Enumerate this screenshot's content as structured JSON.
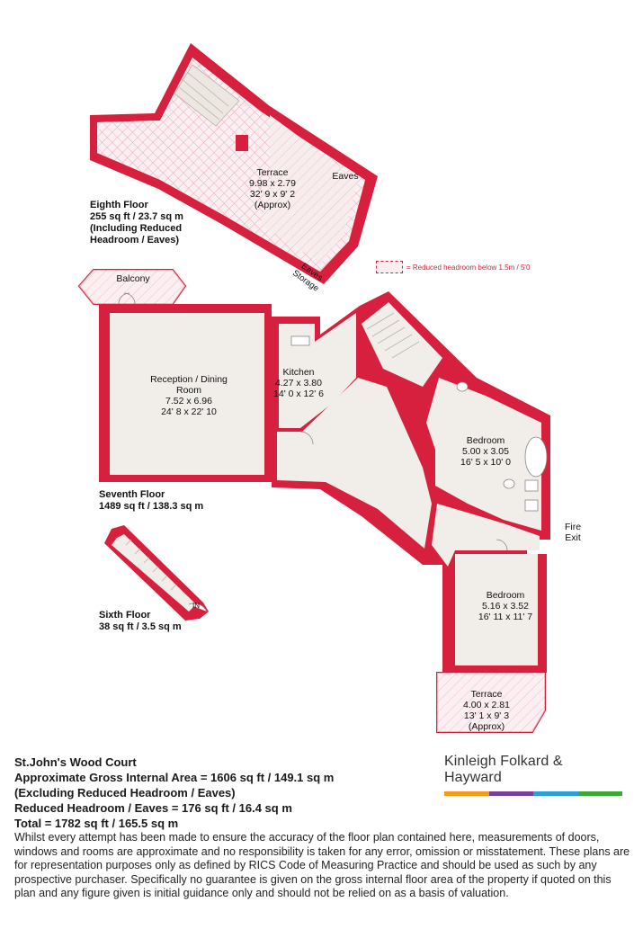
{
  "legend": {
    "text": "= Reduced headroom below 1.5m / 5'0"
  },
  "rooms": {
    "terrace_top": {
      "name": "Terrace",
      "dims_m": "9.98 x 2.79",
      "dims_ft": "32' 9 x 9' 2",
      "note": "(Approx)"
    },
    "eaves": {
      "name": "Eaves"
    },
    "eaves_storage": {
      "line1": "Eaves",
      "line2": "Storage"
    },
    "balcony": {
      "name": "Balcony"
    },
    "reception": {
      "name": "Reception / Dining",
      "name2": "Room",
      "dims_m": "7.52 x 6.96",
      "dims_ft": "24' 8 x 22' 10"
    },
    "kitchen": {
      "name": "Kitchen",
      "dims_m": "4.27 x 3.80",
      "dims_ft": "14' 0 x 12' 6"
    },
    "bedroom1": {
      "name": "Bedroom",
      "dims_m": "5.00 x 3.05",
      "dims_ft": "16' 5 x 10' 0"
    },
    "bedroom2": {
      "name": "Bedroom",
      "dims_m": "5.16 x 3.52",
      "dims_ft": "16' 11 x 11' 7"
    },
    "terrace_bottom": {
      "name": "Terrace",
      "dims_m": "4.00 x 2.81",
      "dims_ft": "13' 1 x 9' 3",
      "note": "(Approx)"
    },
    "fire_exit": {
      "line1": "Fire",
      "line2": "Exit"
    },
    "in": {
      "name": "IN"
    }
  },
  "floors": {
    "eighth": {
      "name": "Eighth Floor",
      "area": "255 sq ft / 23.7 sq m",
      "note1": "(Including Reduced",
      "note2": "Headroom / Eaves)"
    },
    "seventh": {
      "name": "Seventh Floor",
      "area": "1489 sq ft / 138.3 sq m"
    },
    "sixth": {
      "name": "Sixth Floor",
      "area": "38 sq ft / 3.5 sq m"
    }
  },
  "footer": {
    "title": "St.John's Wood Court",
    "gia": "Approximate Gross Internal Area = 1606 sq ft / 149.1 sq m",
    "excluding": "(Excluding Reduced Headroom / Eaves)",
    "reduced": "Reduced Headroom / Eaves = 176 sq ft / 16.4 sq m",
    "total": "Total = 1782 sq ft / 165.5 sq m",
    "disclaimer": "Whilst every attempt has been made to ensure the accuracy of the floor plan contained here, measurements of doors, windows and rooms are approximate and no responsibility is taken for any error, omission or misstatement. These plans are for representation purposes only as defined by RICS Code of Measuring Practice and should be used as such by any prospective purchaser. Specifically no guarantee is given on the gross internal floor area of the property if quoted on this plan and any figure given is initial guidance only and should not be relied on as a basis of valuation."
  },
  "brand": {
    "name": "Kinleigh Folkard & Hayward",
    "colors": [
      "#f39a1e",
      "#7a3f98",
      "#2a9fd8",
      "#3aaa35"
    ]
  },
  "colors": {
    "wall": "#d6203e",
    "floor": "#f1eeea",
    "hatch": "#e8a5b3"
  }
}
